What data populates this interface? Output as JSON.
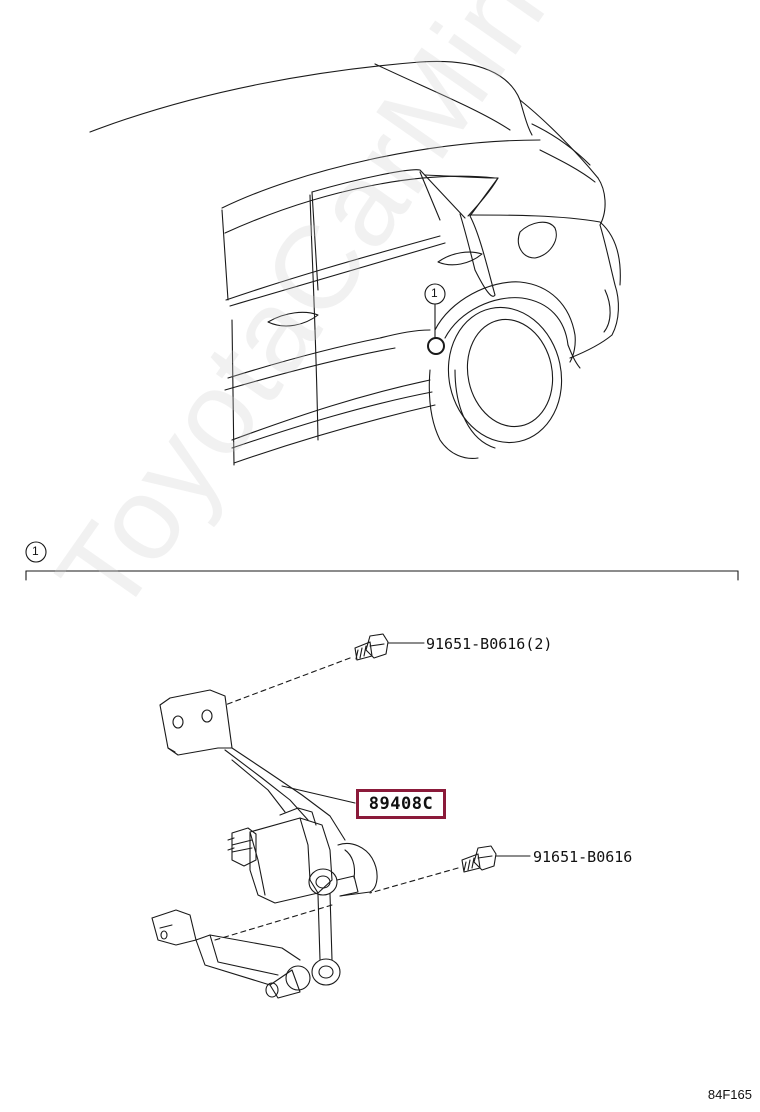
{
  "callouts": {
    "car_callout": "1",
    "section_callout": "1"
  },
  "parts": {
    "bolt_top": "91651-B0616(2)",
    "sensor": "89408C",
    "bolt_bottom": "91651-B0616"
  },
  "diagram_code": "84F165",
  "watermark": "ToyotaCarMine.ru",
  "colors": {
    "highlight_border": "#8b1a3a",
    "line": "#1a1a1a"
  }
}
